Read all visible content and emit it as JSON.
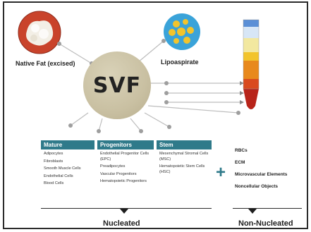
{
  "center": {
    "label": "SVF"
  },
  "sources": {
    "native_fat": "Native Fat (excised)",
    "lipoaspirate": "Lipoaspirate"
  },
  "columns": [
    {
      "header": "Mature",
      "items": [
        "Adipocytes",
        "Fibroblasts",
        "Smooth Muscle Cells",
        "Endothelial Cells",
        "Blood Cells"
      ]
    },
    {
      "header": "Progenitors",
      "items": [
        "Endothelial Progenitor Cells (EPC)",
        "Preadipocytes",
        "Vascular Progenitors",
        "Hematopoietic Progenitors"
      ]
    },
    {
      "header": "Stem",
      "items": [
        "Mesenchymal Stromal Cells (MSC)",
        "Hematopoietic Stem Cells (HSC)"
      ]
    }
  ],
  "plus_symbol": "+",
  "non_nucleated_items": [
    "RBCs",
    "ECM",
    "Microvascular Elements",
    "Noncellular Objects"
  ],
  "footer": {
    "nucleated": "Nucleated",
    "non_nucleated": "Non-Nucleated"
  },
  "colors": {
    "teal": "#2f7a8a",
    "svf_beige": "#c9c0a2",
    "fat_red": "#c9432b",
    "lipo_blue": "#3aa3d9",
    "lipo_yellow": "#f2c42c"
  }
}
